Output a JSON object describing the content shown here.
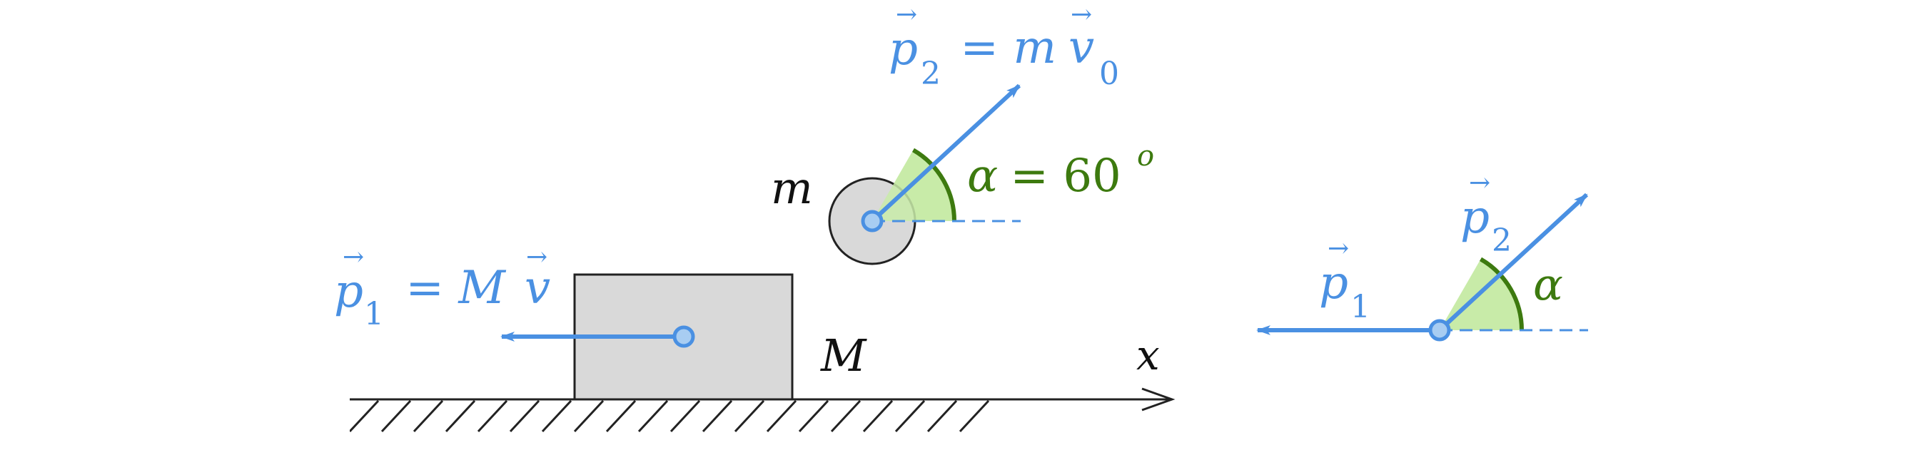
{
  "colors": {
    "vector": "#4a90e2",
    "angle": "#3d7a0f",
    "angle_fill": "#c8eba8",
    "body_fill": "#d9d9d9",
    "outline": "#222222"
  },
  "labels": {
    "p2_eq": {
      "vec": "p",
      "sub": "2",
      "eq": " = m",
      "vec2": "v",
      "sub2": "0"
    },
    "p1_eq": {
      "vec": "p",
      "sub": "1",
      "eq": " = M",
      "vec2": "v"
    },
    "small_mass": "m",
    "big_mass": "M",
    "axis": "x",
    "angle_eq": {
      "sym": "α",
      "eq": " = 60",
      "sup": "o"
    },
    "p1": {
      "vec": "p",
      "sub": "1"
    },
    "p2": {
      "vec": "p",
      "sub": "2"
    },
    "alpha": "α"
  },
  "values": {
    "angle_deg": 60
  }
}
